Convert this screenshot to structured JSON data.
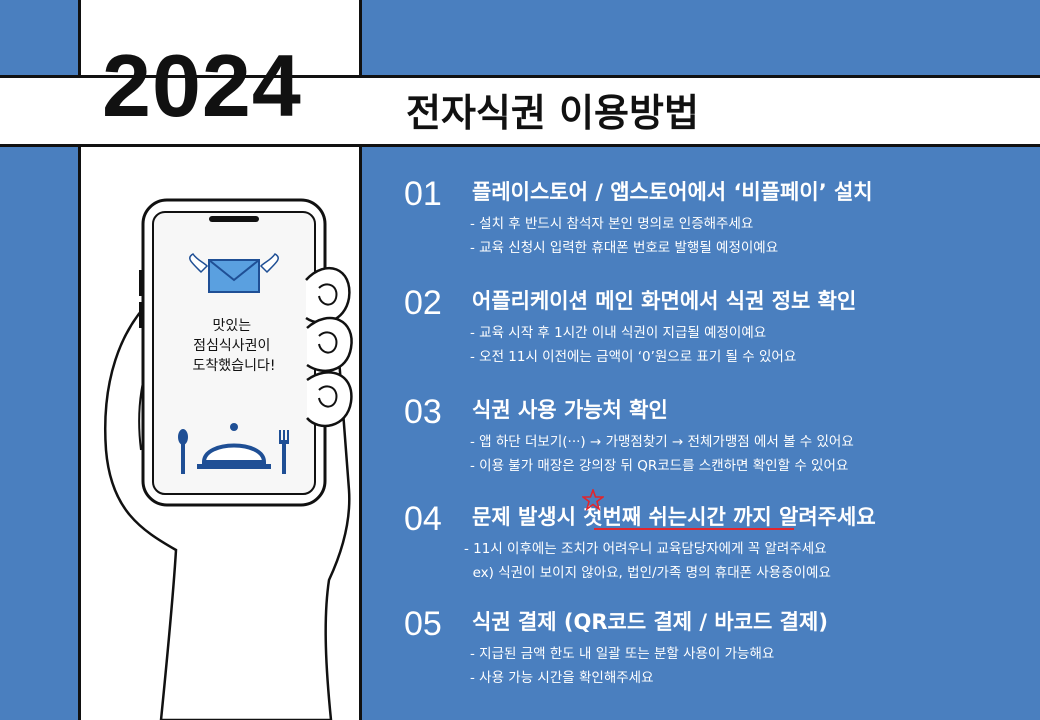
{
  "header": {
    "year": "2024",
    "title": "전자식권 이용방법"
  },
  "phone": {
    "notice_lines": [
      "맛있는",
      "점심식사권이",
      "도착했습니다!"
    ],
    "icons": [
      "winged-envelope-icon",
      "spoon-icon",
      "cloche-icon",
      "fork-icon"
    ]
  },
  "steps": [
    {
      "num": "01",
      "title": "플레이스토어 / 앱스토어에서 ‘비플페이’ 설치",
      "lines": [
        "- 설치 후 반드시 참석자 본인 명의로 인증해주세요",
        "- 교육 신청시 입력한 휴대폰 번호로 발행될 예정이예요"
      ]
    },
    {
      "num": "02",
      "title": "어플리케이션 메인 화면에서 식권 정보 확인",
      "lines": [
        "- 교육 시작 후 1시간 이내 식권이 지급될 예정이예요",
        "- 오전 11시 이전에는 금액이 ‘0’원으로 표기 될 수 있어요"
      ]
    },
    {
      "num": "03",
      "title": "식권 사용 가능처 확인",
      "lines": [
        "- 앱 하단 더보기(···) → 가맹점찾기 → 전체가맹점 에서 볼 수 있어요",
        "- 이용 불가 매장은 강의장 뒤 QR코드를 스캔하면 확인할 수 있어요"
      ]
    },
    {
      "num": "04",
      "title": "문제 발생시 첫번째 쉬는시간 까지 알려주세요",
      "lines": [
        "- 11시 이후에는 조치가 어려우니 교육담당자에게 꼭 알려주세요",
        "  ex) 식권이 보이지 않아요, 법인/가족 명의 휴대폰 사용중이예요"
      ]
    },
    {
      "num": "05",
      "title": "식권 결제 (QR코드 결제 / 바코드 결제)",
      "lines": [
        "- 지급된 금액 한도 내 일괄 또는 분할 사용이 가능해요",
        "- 사용 가능 시간을 확인해주세요"
      ]
    }
  ],
  "colors": {
    "background": "#4a7fbf",
    "accent": "#e0262e",
    "icon": "#1f4f95"
  }
}
